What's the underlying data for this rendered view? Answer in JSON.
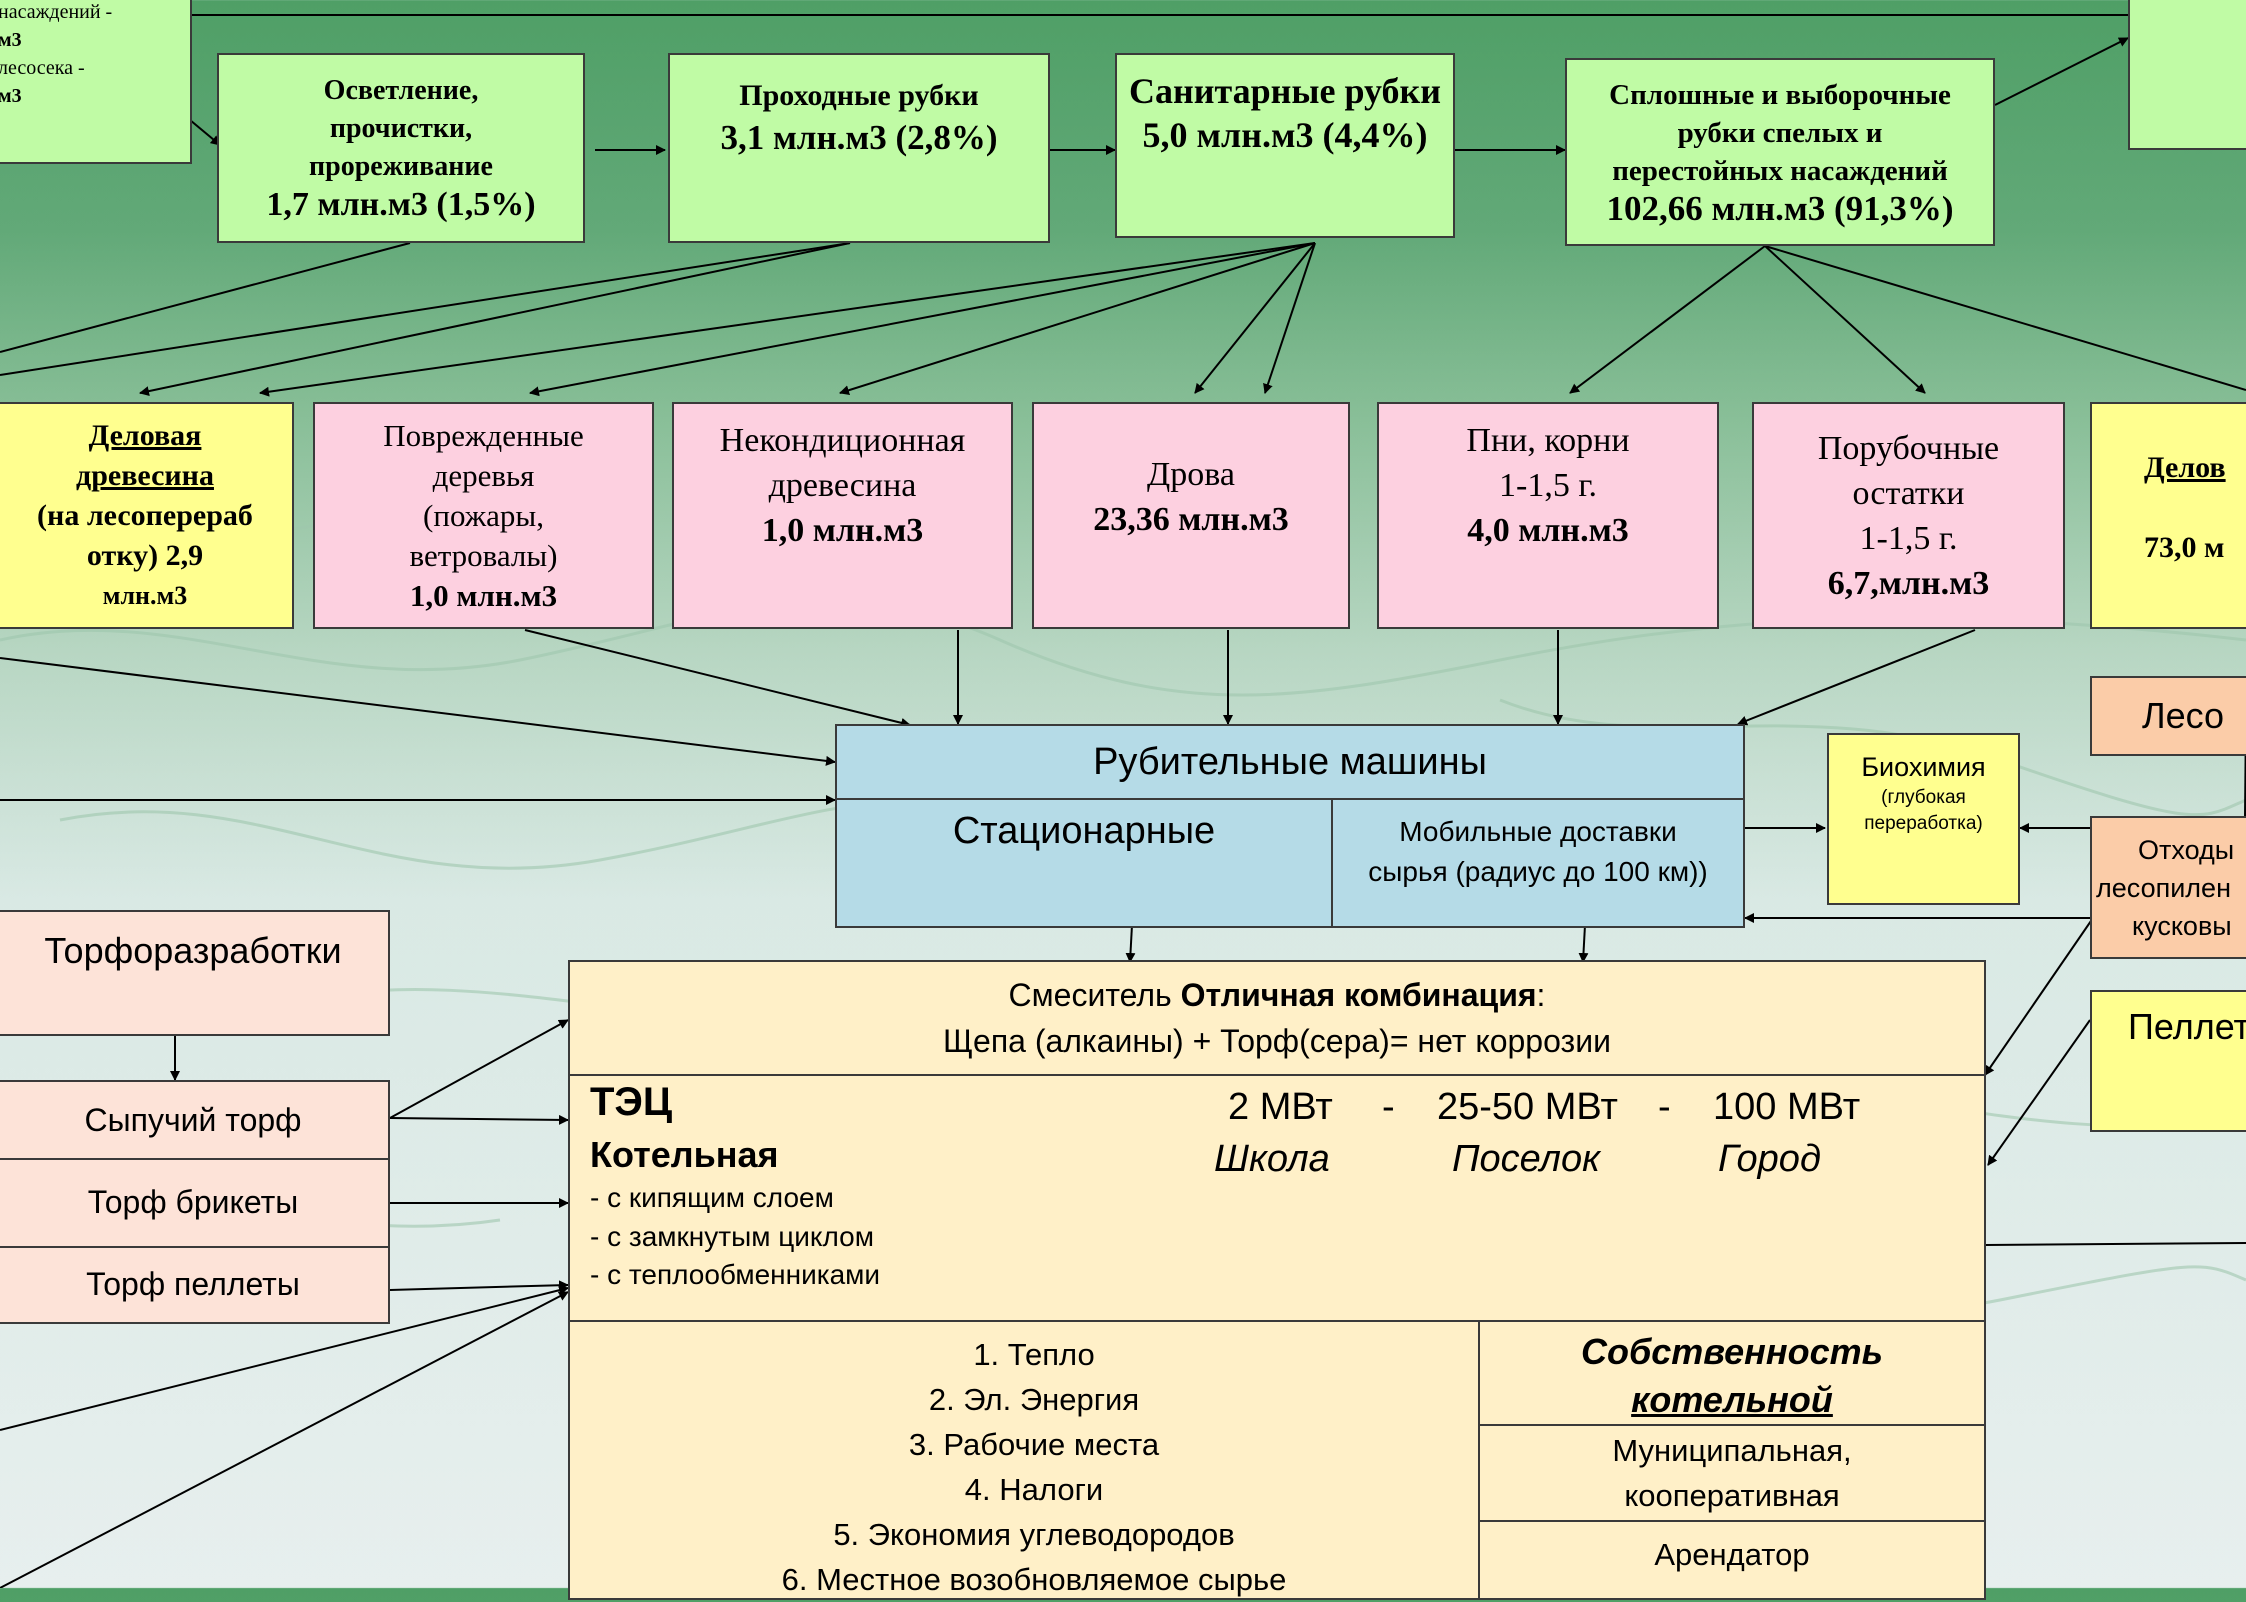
{
  "top_left_partial": {
    "line1": "насаждений -",
    "line2": "м3",
    "line3": "лесосека -",
    "line4": "м3"
  },
  "stages": [
    {
      "l1": "Осветление,",
      "l2": "прочистки,",
      "l3": "прореживание",
      "l4": "1,7 млн.м3 (1,5%)"
    },
    {
      "l1": "Проходные рубки",
      "l2": "3,1 млн.м3  (2,8%)"
    },
    {
      "l1": "Санитарные рубки",
      "l2": "5,0 млн.м3 (4,4%)"
    },
    {
      "l1": "Сплошные и выборочные",
      "l2": "рубки спелых и",
      "l3": "перестойных насаждений",
      "l4": "102,66 млн.м3 (91,3%)"
    }
  ],
  "wood_left": {
    "l1": "Деловая",
    "l2": "древесина",
    "l3": "(на лесоперераб",
    "l4": "отку)  2,9",
    "l5": "млн.м3"
  },
  "damaged": {
    "l1": "Поврежденные",
    "l2": "деревья",
    "l3": "(пожары,",
    "l4": "ветровалы)",
    "l5": "1,0 млн.м3"
  },
  "substandard": {
    "l1": "Некондиционная",
    "l2": "древесина",
    "l3": "1,0 млн.м3"
  },
  "firewood": {
    "l1": "Дрова",
    "l2": "23,36 млн.м3"
  },
  "stumps": {
    "l1": "Пни, корни",
    "l2": "1-1,5 г.",
    "l3": "4,0 млн.м3"
  },
  "residues": {
    "l1": "Порубочные",
    "l2": "остатки",
    "l3": "1-1,5 г.",
    "l4": "6,7,млн.м3"
  },
  "wood_right": {
    "l1": "Делов",
    "l2": "73,0 м"
  },
  "chippers": {
    "title": "Рубительные машины",
    "stationary": "Стационарные",
    "mobile_l1": "Мобильные доставки",
    "mobile_l2": "сырья  (радиус до 100 км))"
  },
  "biochem": {
    "title": "Биохимия",
    "sub_l1": "(глубокая",
    "sub_l2": "переработка)"
  },
  "right_partial": {
    "lesa": "Лесо",
    "waste_l1": "Отходы",
    "waste_l2": "лесопилен",
    "waste_l3": "кусковы",
    "pellet": "Пеллет"
  },
  "peat": {
    "title": "Торфоразработки",
    "items": [
      "Сыпучий торф",
      "Торф брикеты",
      "Торф пеллеты"
    ]
  },
  "mixer": {
    "prefix": "Смеситель ",
    "bold": "Отличная комбинация",
    "suffix": ":",
    "line2": "Щепа (алкаины) + Торф(сера)= нет коррозии"
  },
  "chp": {
    "title": "ТЭЦ",
    "subtitle": "Котельная",
    "types": [
      "- с кипящим слоем",
      "- с замкнутым циклом",
      "- с теплообменниками"
    ],
    "powers": [
      "2 МВт",
      "-",
      "25-50 МВт",
      "-",
      "100 МВт"
    ],
    "places": [
      "Школа",
      "Поселок",
      "Город"
    ]
  },
  "benefits": [
    "1. Тепло",
    "2. Эл. Энергия",
    "3. Рабочие места",
    "4. Налоги",
    "5. Экономия углеводородов",
    "6. Местное возобновляемое сырье"
  ],
  "ownership": {
    "title_l1": "Собственность",
    "title_l2": "котельной",
    "municipal_l1": "Муниципальная,",
    "municipal_l2": "кооперативная",
    "tenant": "Арендатор"
  },
  "colors": {
    "green_box": "#c0fba5",
    "pink_box": "#fdd0e0",
    "yellow_box": "#ffff8f",
    "blue_box": "#b5dbe7",
    "cream_box": "#fff0c8",
    "peach_box": "#fde3d8",
    "orange_box": "#fbcca8"
  }
}
